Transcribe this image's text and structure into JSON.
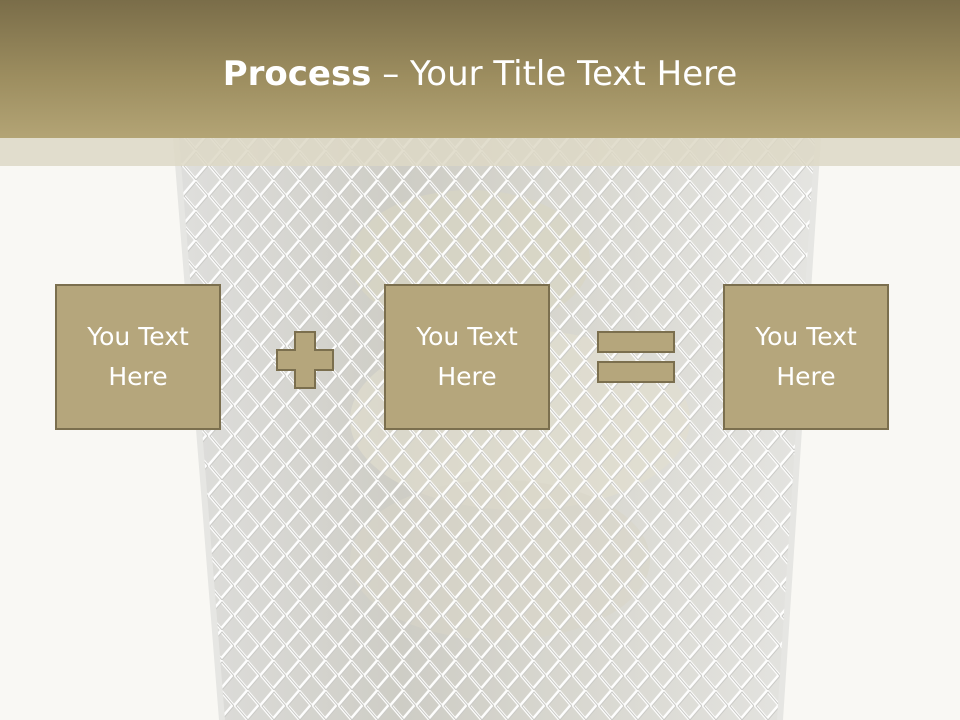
{
  "slide": {
    "title_bold": "Process",
    "title_rest": " – Your Title Text Here"
  },
  "process": {
    "boxes": [
      {
        "line1": "You Text",
        "line2": "Here"
      },
      {
        "line1": "You Text",
        "line2": "Here"
      },
      {
        "line1": "You Text",
        "line2": "Here"
      }
    ],
    "operators": [
      "plus-icon",
      "equals-icon"
    ]
  },
  "colors": {
    "title_bar": "#9c8d5f",
    "box_fill": "#b5a67c",
    "box_border": "#7b6f4e",
    "text": "#ffffff"
  }
}
